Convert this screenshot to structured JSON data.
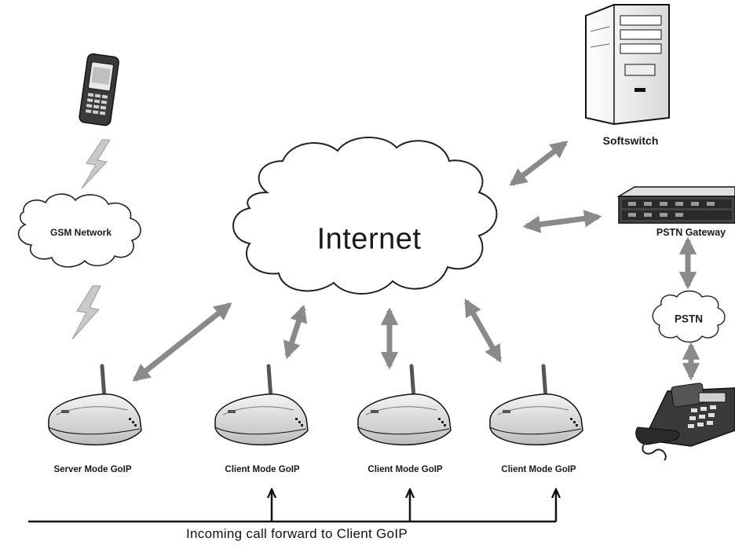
{
  "labels": {
    "internet": "Internet",
    "gsm_network": "GSM Network",
    "softswitch": "Softswitch",
    "pstn_gateway": "PSTN Gateway",
    "pstn": "PSTN",
    "incoming_call": "Incoming call forward to Client GoIP"
  },
  "devices": [
    {
      "label": "Server Mode GoIP"
    },
    {
      "label": "Client Mode GoIP"
    },
    {
      "label": "Client Mode GoIP"
    },
    {
      "label": "Client Mode GoIP"
    }
  ],
  "icons": [
    "mobile-phone-icon",
    "lightning-icon",
    "server-tower-icon",
    "rack-gateway-icon",
    "desk-phone-icon",
    "goip-device-icon",
    "cloud-icon"
  ],
  "colors": {
    "arrow": "#8a8a8a",
    "line": "#111111",
    "cloud_fill": "#ffffff",
    "cloud_stroke": "#222222"
  }
}
